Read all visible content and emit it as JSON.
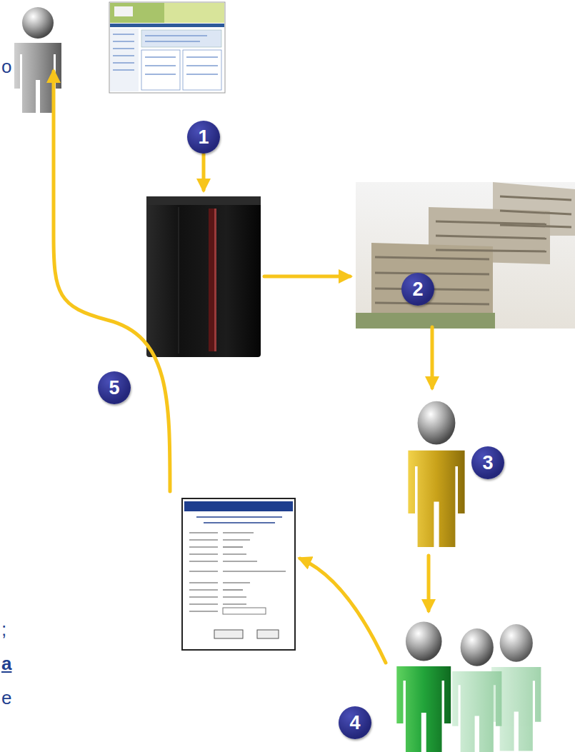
{
  "diagram": {
    "labels": [
      "o",
      "1",
      "2",
      "5",
      "3",
      ";",
      "a",
      "e",
      "4"
    ]
  }
}
